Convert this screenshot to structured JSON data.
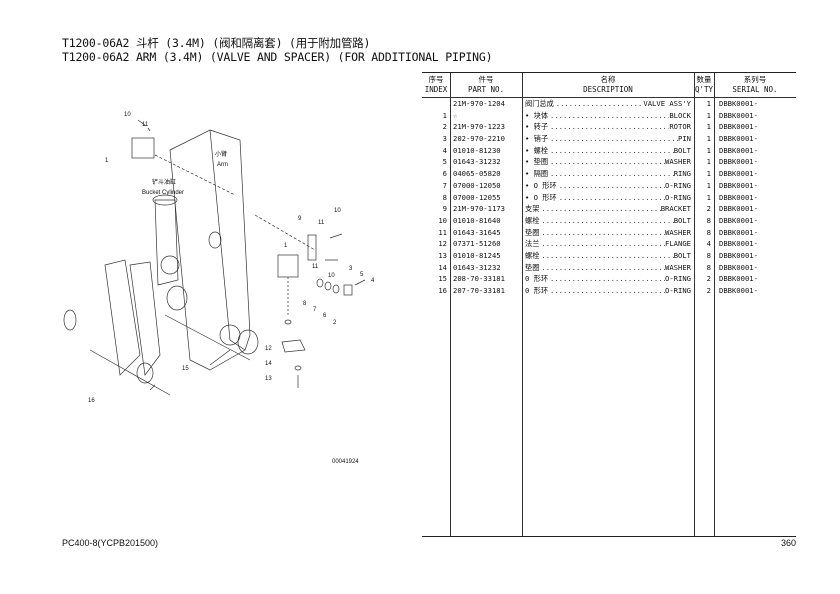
{
  "title_cn": "T1200-06A2 斗杆 (3.4M) (阀和隔离套) (用于附加管路)",
  "title_en": "T1200-06A2 ARM (3.4M) (VALVE AND SPACER) (FOR ADDITIONAL PIPING)",
  "table": {
    "headers": {
      "index_cn": "序号",
      "index_en": "INDEX",
      "part_cn": "件号",
      "part_en": "PART NO.",
      "desc_cn": "名称",
      "desc_en": "DESCRIPTION",
      "qty_cn": "数量",
      "qty_en": "Q'TY",
      "serial_cn": "系列号",
      "serial_en": "SERIAL NO."
    },
    "rows": [
      {
        "index": "",
        "part": "21M-970-1204",
        "cn": "阀门总成",
        "en": "VALVE ASS'Y",
        "qty": "1",
        "serial": "DBBK0001-"
      },
      {
        "index": "1",
        "part": "☆",
        "cn": "• 块体",
        "en": "BLOCK",
        "qty": "1",
        "serial": "DBBK0001-"
      },
      {
        "index": "2",
        "part": "21M-970-1223",
        "cn": "• 转子",
        "en": "ROTOR",
        "qty": "1",
        "serial": "DBBK0001-"
      },
      {
        "index": "3",
        "part": "202-970-2210",
        "cn": "• 销子",
        "en": "PIN",
        "qty": "1",
        "serial": "DBBK0001-"
      },
      {
        "index": "4",
        "part": "01010-81230",
        "cn": "• 螺栓",
        "en": "BOLT",
        "qty": "1",
        "serial": "DBBK0001-"
      },
      {
        "index": "5",
        "part": "01643-31232",
        "cn": "• 垫圈",
        "en": "WASHER",
        "qty": "1",
        "serial": "DBBK0001-"
      },
      {
        "index": "6",
        "part": "04065-05820",
        "cn": "• 隔圈",
        "en": "RING",
        "qty": "1",
        "serial": "DBBK0001-"
      },
      {
        "index": "7",
        "part": "07000-12050",
        "cn": "• O 形环",
        "en": "O-RING",
        "qty": "1",
        "serial": "DBBK0001-"
      },
      {
        "index": "8",
        "part": "07000-12055",
        "cn": "• O 形环",
        "en": "O-RING",
        "qty": "1",
        "serial": "DBBK0001-"
      },
      {
        "index": "9",
        "part": "21M-970-1173",
        "cn": "支架",
        "en": "BRACKET",
        "qty": "2",
        "serial": "DBBK0001-"
      },
      {
        "index": "10",
        "part": "01010-81640",
        "cn": "螺栓",
        "en": "BOLT",
        "qty": "8",
        "serial": "DBBK0001-"
      },
      {
        "index": "11",
        "part": "01643-31645",
        "cn": "垫圈",
        "en": "WASHER",
        "qty": "8",
        "serial": "DBBK0001-"
      },
      {
        "index": "12",
        "part": "07371-51260",
        "cn": "法兰",
        "en": "FLANGE",
        "qty": "4",
        "serial": "DBBK0001-"
      },
      {
        "index": "13",
        "part": "01010-81245",
        "cn": "螺栓",
        "en": "BOLT",
        "qty": "8",
        "serial": "DBBK0001-"
      },
      {
        "index": "14",
        "part": "01643-31232",
        "cn": "垫圈",
        "en": "WASHER",
        "qty": "8",
        "serial": "DBBK0001-"
      },
      {
        "index": "15",
        "part": "208-70-33181",
        "cn": "0 形环",
        "en": "O-RING",
        "qty": "2",
        "serial": "DBBK0001-"
      },
      {
        "index": "16",
        "part": "207-70-33181",
        "cn": "0 形环",
        "en": "O-RING",
        "qty": "2",
        "serial": "DBBK0001-"
      }
    ]
  },
  "diagram": {
    "arm_cn": "小臂",
    "arm_en": "Arm",
    "cyl_cn": "铲斗油缸",
    "cyl_en": "Bucket Cylinder",
    "drawing_no": "00041924",
    "callouts": [
      "10",
      "11",
      "1",
      "9",
      "10",
      "11",
      "1",
      "11",
      "10",
      "3",
      "5",
      "4",
      "8",
      "7",
      "6",
      "2",
      "12",
      "14",
      "13",
      "15",
      "16"
    ]
  },
  "footer": {
    "model": "PC400-8(YCPB201500)",
    "page": "360"
  }
}
